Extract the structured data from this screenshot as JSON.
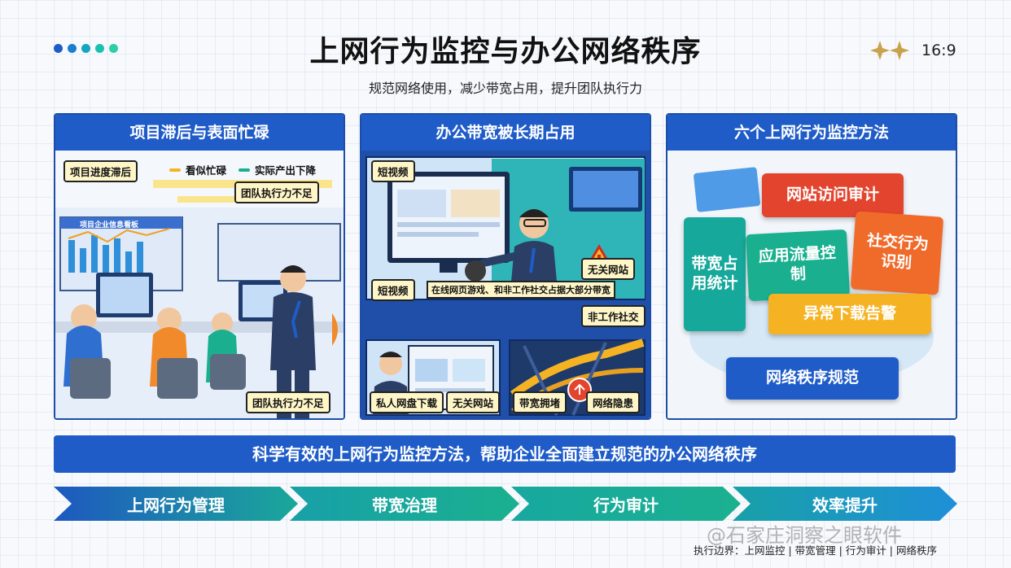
{
  "header": {
    "title": "上网行为监控与办公网络秩序",
    "subtitle": "规范网络使用，减少带宽占用，提升团队执行力",
    "ratio": "16:9",
    "dot_colors": [
      "#1f5cc8",
      "#1a7fd0",
      "#16a5c0",
      "#1cc0b0",
      "#2ccfa8"
    ]
  },
  "panels": {
    "left": {
      "title": "项目滞后与表面忙碌",
      "tag_delay": "项目进度滞后",
      "legend_busy": "看似忙碌",
      "legend_output": "实际产出下降",
      "tag_exec_top": "团队执行力不足",
      "tag_exec_bottom": "团队执行力不足",
      "screen_title": "项目企业信息看板"
    },
    "middle": {
      "title": "办公带宽被长期占用",
      "tag_video_top": "短视频",
      "tag_irrelevant_top": "无关网站",
      "tag_video_bottom": "短视频",
      "caption": "在线网页游戏、和非工作社交占据大部分带宽",
      "tag_private_disk": "私人网盘下载",
      "tag_irrelevant_bottom": "无关网站",
      "tag_social": "非工作社交",
      "tag_congestion": "带宽拥堵",
      "tag_risk": "网络隐患"
    },
    "right": {
      "title": "六个上网行为监控方法",
      "m_audit": "网站访问审计",
      "m_bandwidth": "带宽占用统计",
      "m_app": "应用流量控制",
      "m_social": "社交行为识别",
      "m_download": "异常下载告警",
      "m_order": "网络秩序规范"
    }
  },
  "banner": {
    "text": "科学有效的上网行为监控方法，帮助企业全面建立规范的办公网络秩序"
  },
  "steps": [
    {
      "label": "上网行为管理"
    },
    {
      "label": "带宽治理"
    },
    {
      "label": "行为审计"
    },
    {
      "label": "效率提升"
    }
  ],
  "footer": {
    "text": "执行边界：上网监控 | 带宽管理 | 行为审计 | 网络秩序",
    "watermark": "@石家庄洞察之眼软件"
  },
  "colors": {
    "primary_blue": "#1f5cc8",
    "teal": "#16a89a",
    "red": "#e2442e",
    "orange": "#f08a2a",
    "yellow": "#f5b324",
    "green": "#1ab08f"
  }
}
